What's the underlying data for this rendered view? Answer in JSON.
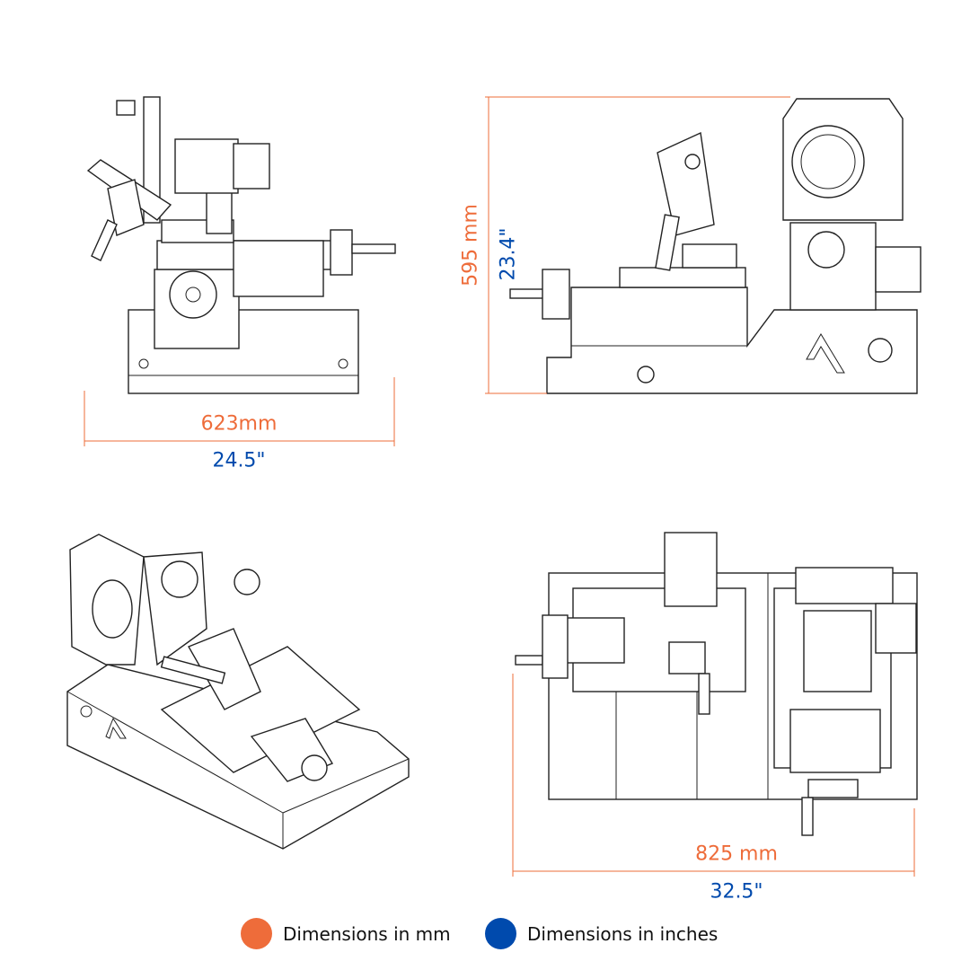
{
  "colors": {
    "mm": "#ee6c3a",
    "inches": "#004aad"
  },
  "views": {
    "front": {
      "width_mm": "623mm",
      "width_in": "24.5\""
    },
    "side": {
      "height_mm": "595 mm",
      "height_in": "23.4\""
    },
    "top": {
      "length_mm": "825 mm",
      "length_in": "32.5\""
    }
  },
  "legend": [
    {
      "label": "Dimensions in mm",
      "color": "#ee6c3a"
    },
    {
      "label": "Dimensions in inches",
      "color": "#004aad"
    }
  ]
}
